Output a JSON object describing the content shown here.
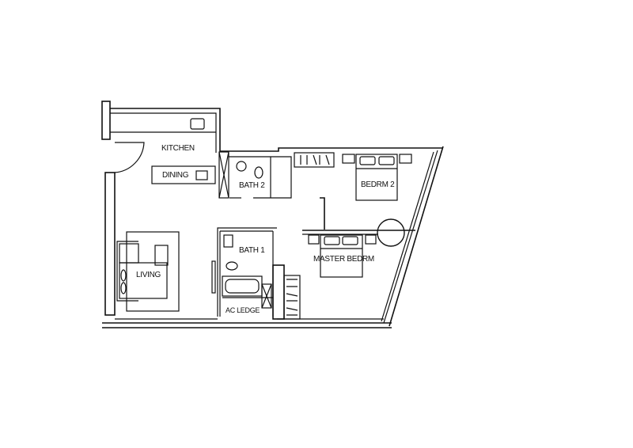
{
  "rooms": {
    "kitchen": "KITCHEN",
    "dining": "DINING",
    "bath2": "BATH 2",
    "bedrm2": "BEDRM 2",
    "master": "MASTER BEDRM",
    "bath1": "BATH 1",
    "living": "LIVING",
    "ac_ledge": "AC LEDGE"
  },
  "colors": {
    "line": "#111111",
    "background": "#ffffff"
  }
}
